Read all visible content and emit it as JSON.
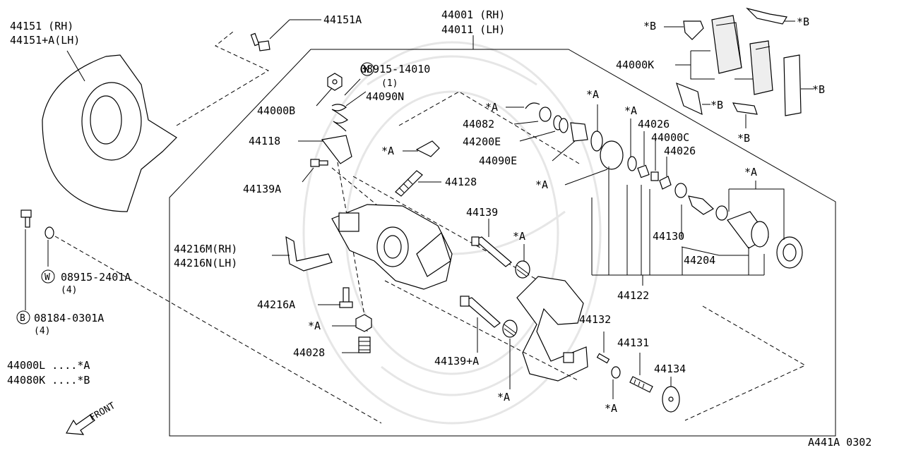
{
  "labels": {
    "p44151": "44151  (RH)",
    "p44151lh": "44151+A(LH)",
    "p44151a": "44151A",
    "p44001": "44001 (RH)",
    "p44011": "44011 (LH)",
    "w08915_14010": " 08915-14010",
    "qty1": "(1)",
    "p44000b": "44000B",
    "p44090n": "44090N",
    "p44118": "44118",
    "p44139a": "44139A",
    "p44216m": "44216M(RH)",
    "p44216n": "44216N(LH)",
    "p44216a": "44216A",
    "p44028": "44028",
    "p44128": "44128",
    "p44082": "44082",
    "p44200e": "44200E",
    "p44090e": "44090E",
    "p44026": "44026",
    "p44000c": "44000C",
    "p44130": "44130",
    "p44204": "44204",
    "p44122": "44122",
    "p44139": "44139",
    "p44139_a": "44139+A",
    "p44132": "44132",
    "p44131": "44131",
    "p44134": "44134",
    "p44000k": "44000K",
    "a": "*A",
    "b": "*B",
    "w08915_2401a": " 08915-2401A",
    "qty4": "(4)",
    "b08184": "08184-0301A",
    "kit_a": "44000L ....*A",
    "kit_b": "44080K ....*B",
    "front": "FRONT",
    "code": "A441A 0302",
    "w_mark": "W",
    "b_mark": "B"
  }
}
